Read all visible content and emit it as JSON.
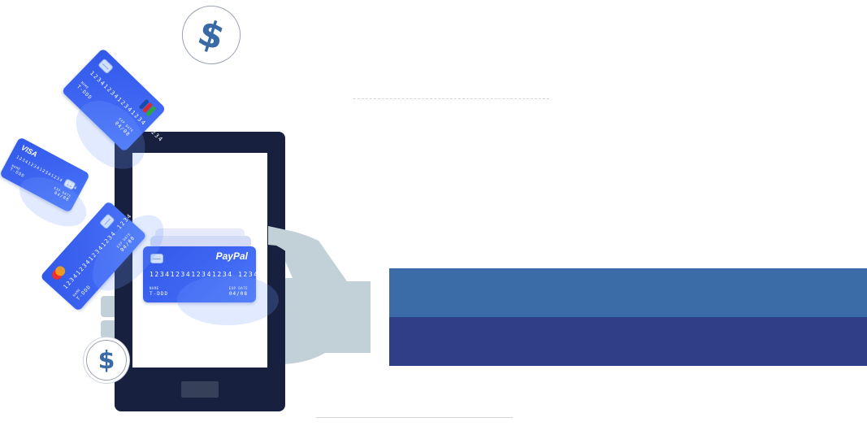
{
  "coins": {
    "top_symbol": "$",
    "bottom_symbol": "$"
  },
  "cards": {
    "paypal": {
      "brand": "PayPal",
      "number": "1234123412341234  1234",
      "name_label": "NAME",
      "holder": "T-DDD",
      "exp_label": "EXP DATE",
      "expiry": "04/08"
    },
    "jcb": {
      "brand": "JCB",
      "number": "1234123412341234  1234",
      "name_label": "NAME",
      "holder": "T-DDD",
      "exp_label": "EXP DATE",
      "expiry": "04/08"
    },
    "visa": {
      "brand": "VISA",
      "number": "1234123412341234  1234",
      "name_label": "NAME",
      "holder": "T-DDD",
      "exp_label": "EXP DATE",
      "expiry": "04/08"
    },
    "mastercard": {
      "brand": "mastercard",
      "number": "1234123412341234  1234",
      "name_label": "NAME",
      "holder": "T-DDD",
      "exp_label": "EXP DATE",
      "expiry": "04/08"
    }
  },
  "colors": {
    "band_top": "#3c6ca8",
    "band_bottom": "#2f3f87",
    "phone_body": "#182040",
    "hand": "#c2d0d7",
    "card_blue": "#3f67f3",
    "coin_symbol": "#3a6aa6"
  },
  "icons": [
    "dollar-coin-icon",
    "credit-card-icon",
    "chip-icon",
    "mastercard-logo-icon",
    "jcb-logo-icon"
  ]
}
